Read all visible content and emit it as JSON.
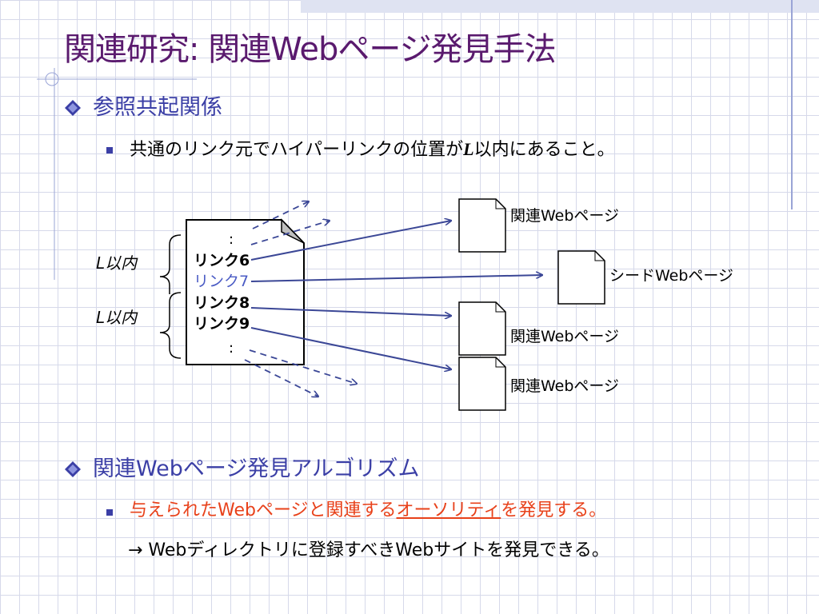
{
  "slide": {
    "title": "関連研究: 関連Webページ発見手法",
    "section1": {
      "heading": "参照共起関係",
      "bullet": {
        "before": "共通のリンク元でハイパーリンクの位置が",
        "var": "L",
        "after": "以内にあること。"
      }
    },
    "section2": {
      "heading": "関連Webページ発見アルゴリズム",
      "bullet": {
        "before": "与えられたWebページと関連する",
        "underlined": "オーソリティ",
        "after": "を発見する。"
      },
      "arrow_line": "→  Webディレクトリに登録すべきWebサイトを発見できる。"
    }
  },
  "diagram": {
    "source_doc": {
      "dots_top": ":",
      "links": [
        "リンク6",
        "リンク7",
        "リンク8",
        "リンク9"
      ],
      "dots_bottom": ":"
    },
    "brace_labels": [
      "L以内",
      "L以内"
    ],
    "targets": [
      "関連Webページ",
      "シードWebページ",
      "関連Webページ",
      "関連Webページ"
    ],
    "colors": {
      "arrow": "#3b4796",
      "highlight_link": "#4a5bc4",
      "title": "#5a1a6e",
      "heading": "#3b3fa6",
      "orange": "#e8411a"
    }
  }
}
